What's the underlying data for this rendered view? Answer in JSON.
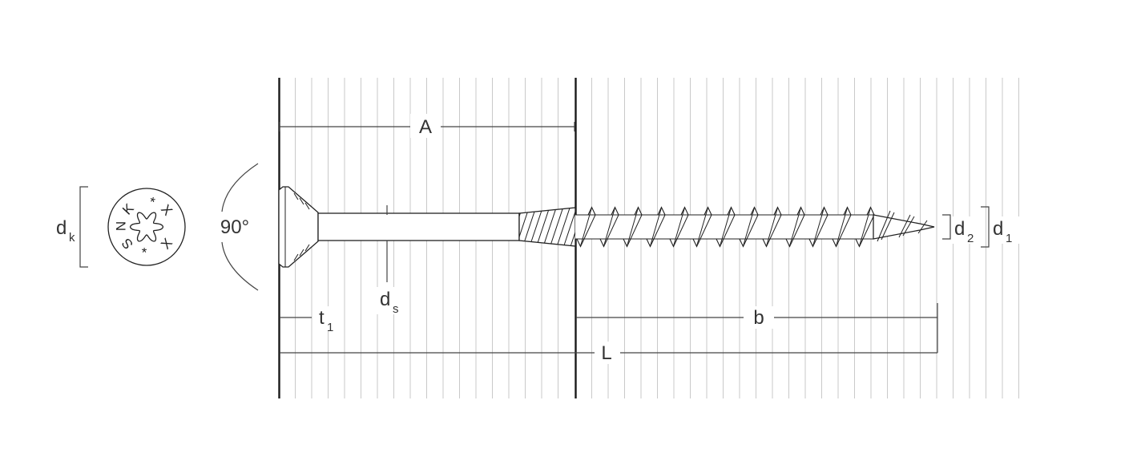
{
  "dims": {
    "A": "A",
    "b": "b",
    "L": "L",
    "angle": "90°",
    "dk": {
      "base": "d",
      "sub": "k"
    },
    "ds": {
      "base": "d",
      "sub": "s"
    },
    "t1": {
      "base": "t",
      "sub": "1"
    },
    "d2": {
      "base": "d",
      "sub": "2"
    },
    "d1": {
      "base": "d",
      "sub": "1"
    }
  },
  "head_view": {
    "marks": [
      "*",
      "K",
      "N",
      "S",
      "*",
      "X",
      "X"
    ]
  },
  "colors": {
    "outline": "#222222",
    "dimension": "#444444",
    "wood_hatch": "#c9c9c9",
    "background": "#ffffff"
  }
}
